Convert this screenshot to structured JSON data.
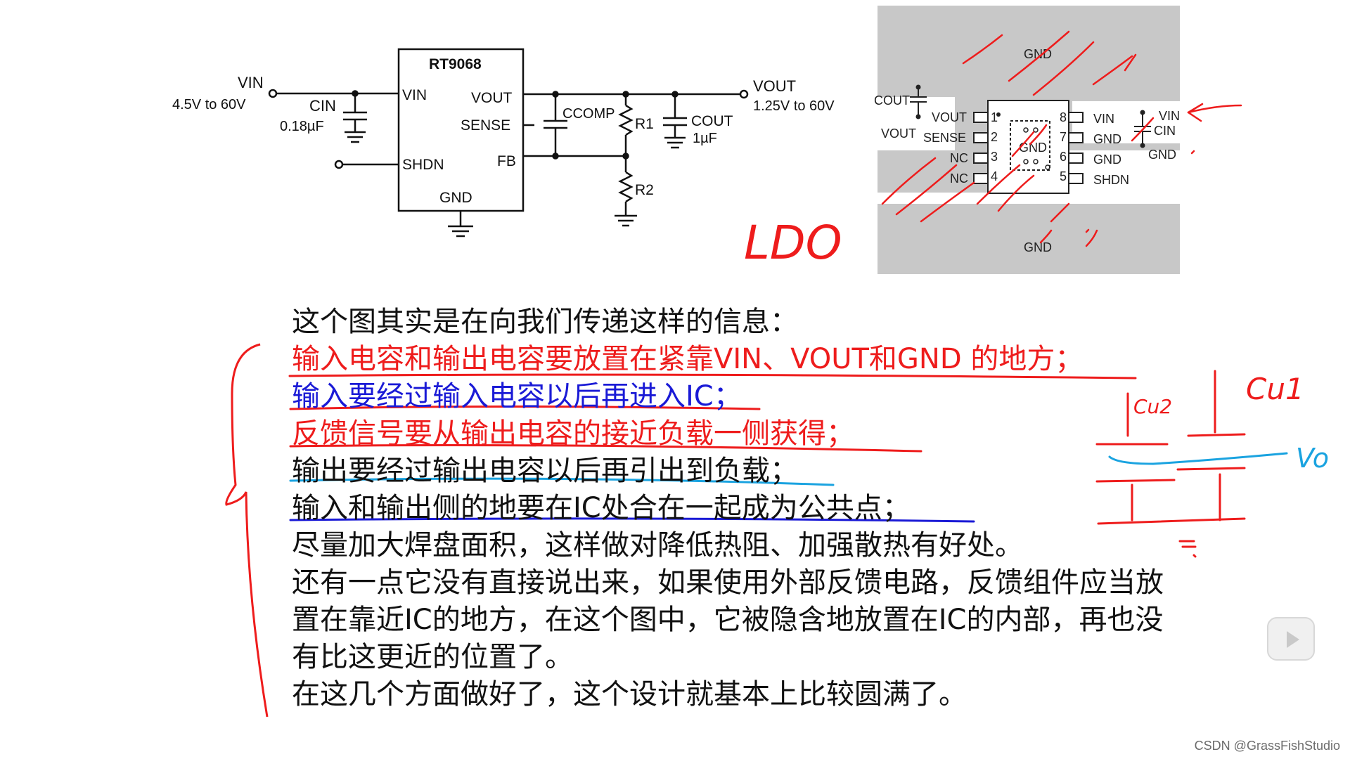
{
  "schematic": {
    "vin_label": "VIN",
    "vin_range": "4.5V to 60V",
    "cin_label": "CIN",
    "cin_value": "0.18µF",
    "ic_name": "RT9068",
    "pin_vin": "VIN",
    "pin_vout": "VOUT",
    "pin_sense": "SENSE",
    "pin_fb": "FB",
    "pin_shdn": "SHDN",
    "pin_gnd": "GND",
    "ccomp_label": "CCOMP",
    "r1_label": "R1",
    "r2_label": "R2",
    "cout_label": "COUT",
    "cout_value": "1µF",
    "vout_label": "VOUT",
    "vout_range": "1.25V to 60V"
  },
  "pcb": {
    "gnd_top": "GND",
    "gnd_bottom": "GND",
    "cout_label": "COUT",
    "vout_region": "VOUT",
    "pins_left": [
      "VOUT",
      "SENSE",
      "NC",
      "NC"
    ],
    "pins_left_numbers": [
      "1",
      "2",
      "3",
      "4"
    ],
    "pins_right": [
      "VIN",
      "GND",
      "GND",
      "SHDN"
    ],
    "pins_right_numbers": [
      "8",
      "7",
      "6",
      "5"
    ],
    "center_pad": "GND",
    "vin_label": "VIN",
    "cin_label": "CIN",
    "gnd_right": "GND"
  },
  "handwriting": {
    "ldo": "LDO",
    "cu2": "Cu2",
    "cu1": "Cu1",
    "vo": "Vo"
  },
  "notes": [
    {
      "text": "这个图其实是在向我们传递这样的信息：",
      "color": "black"
    },
    {
      "text": "输入电容和输出电容要放置在紧靠VIN、VOUT和GND 的地方；",
      "color": "red"
    },
    {
      "text": "输入要经过输入电容以后再进入IC；",
      "color": "blue"
    },
    {
      "text": "反馈信号要从输出电容的接近负载一侧获得；",
      "color": "red"
    },
    {
      "text": "输出要经过输出电容以后再引出到负载；",
      "color": "black"
    },
    {
      "text": "输入和输出侧的地要在IC处合在一起成为公共点；",
      "color": "black"
    },
    {
      "text": "尽量加大焊盘面积，这样做对降低热阻、加强散热有好处。",
      "color": "black"
    },
    {
      "text": "还有一点它没有直接说出来，如果使用外部反馈电路，反馈组件应当放置在靠近IC的地方，在这个图中，它被隐含地放置在IC的内部，再也没有比这更近的位置了。",
      "color": "black"
    },
    {
      "text": "在这几个方面做好了，这个设计就基本上比较圆满了。",
      "color": "black"
    }
  ],
  "colors": {
    "ink_red": "#ee1c1c",
    "ink_blue": "#1a1ad6",
    "sketch_blue": "#1aa3e0",
    "pcb_gray": "#c8c8c8",
    "pcb_dark": "#a8a8a8"
  },
  "watermark": "CSDN @GrassFishStudio"
}
